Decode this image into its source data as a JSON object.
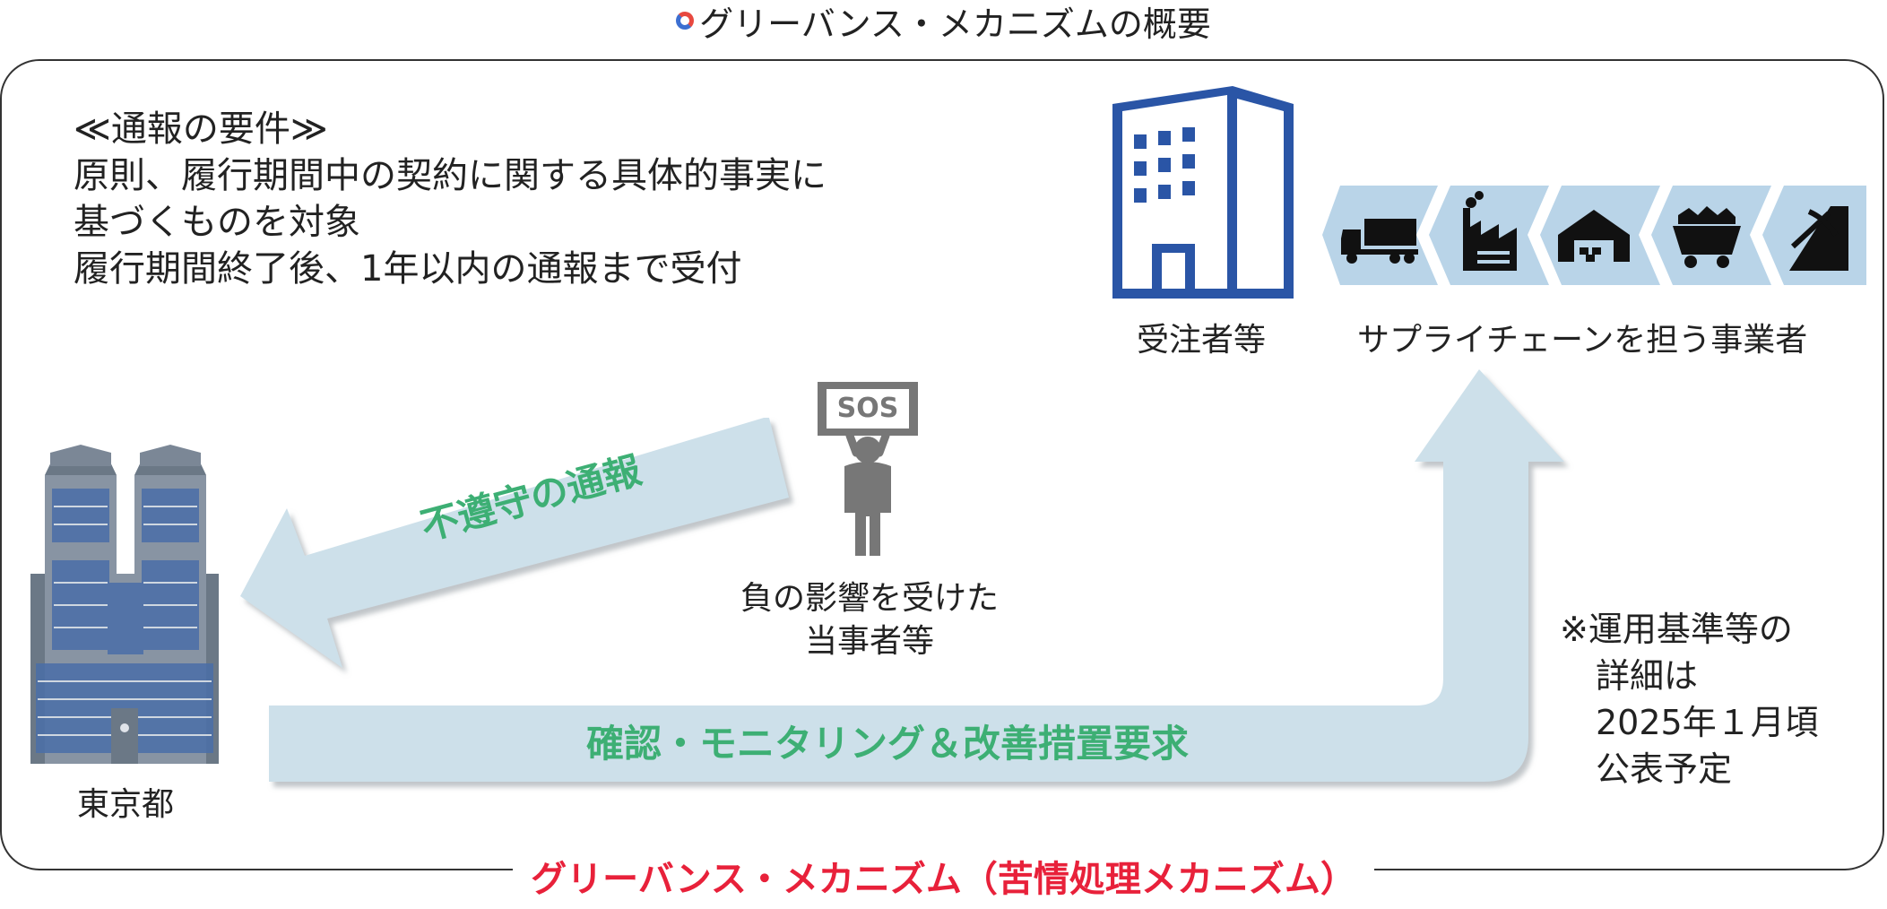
{
  "title": "グリーバンス・メカニズムの概要",
  "requirements": {
    "heading": "≪通報の要件≫",
    "lines": [
      "原則、履行期間中の契約に関する具体的事実に",
      "基づくものを対象",
      "履行期間終了後、1年以内の通報まで受付"
    ]
  },
  "contractor_label": "受注者等",
  "supply_chain_label": "サプライチェーンを担う事業者",
  "supply_chain_icons": [
    "truck-icon",
    "factory-icon",
    "warehouse-icon",
    "mine-cart-icon",
    "pickaxe-icon"
  ],
  "affected_party": {
    "sign": "SOS",
    "lines": [
      "負の影響を受けた",
      "当事者等"
    ]
  },
  "tokyo_label": "東京都",
  "report_arrow_label": "不遵守の通報",
  "monitor_arrow_label": "確認・モニタリング＆改善措置要求",
  "note_lines": [
    "※運用基準等の",
    "詳細は",
    "2025年１月頃",
    "公表予定"
  ],
  "footer_label": "グリーバンス・メカニズム（苦情処理メカニズム）",
  "colors": {
    "arrow": "#cde0ea",
    "green_text": "#3daf74",
    "footer_red": "#e8213a",
    "building_blue": "#2a55a6"
  }
}
